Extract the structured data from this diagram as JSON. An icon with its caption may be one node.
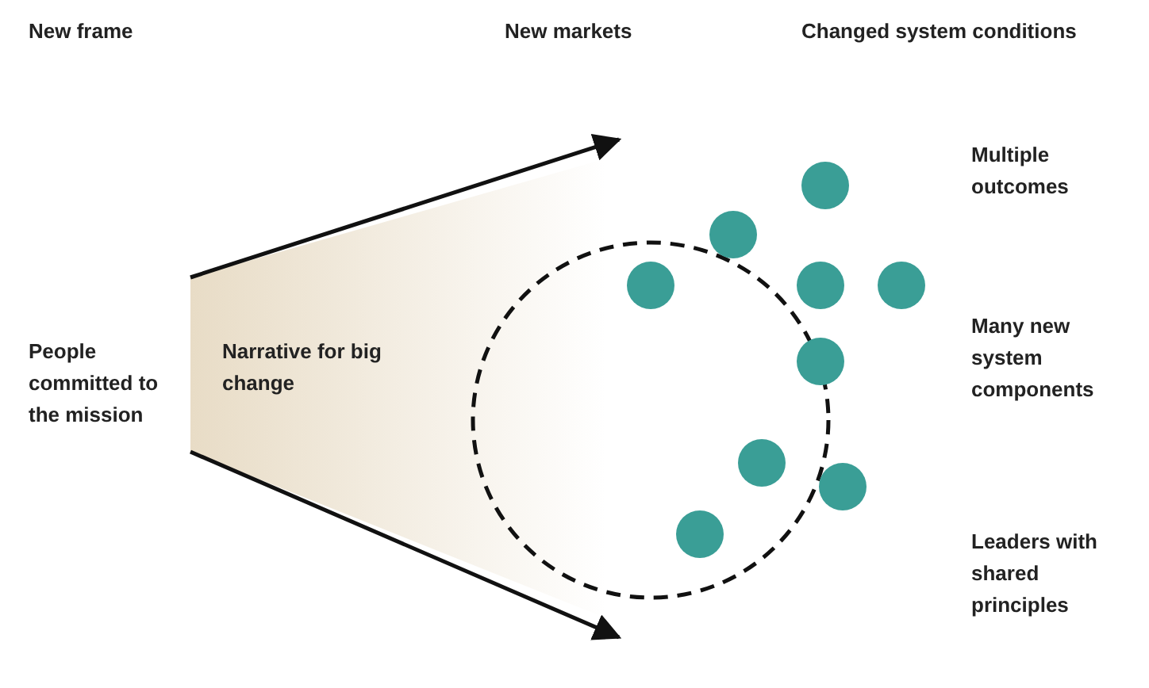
{
  "diagram": {
    "nodes": [
      {
        "text": [
          "Narrative for big change"
        ]
      }
    ],
    "labels": [
      "New frame",
      "New markets",
      "Changed system conditions",
      "People committed to the mission",
      "Multiple outcomes",
      "Many new system components",
      "Leaders with shared principles"
    ]
  }
}
